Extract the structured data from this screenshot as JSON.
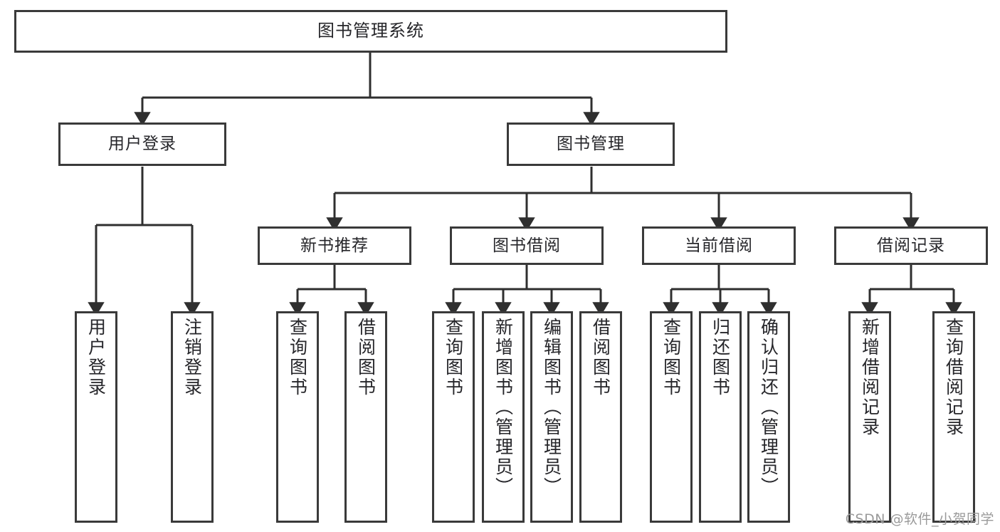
{
  "diagram": {
    "type": "tree-hierarchy",
    "title": "图书管理系统",
    "root": {
      "label": "图书管理系统"
    },
    "level2": [
      {
        "label": "用户登录"
      },
      {
        "label": "图书管理"
      }
    ],
    "level3": [
      {
        "label": "新书推荐"
      },
      {
        "label": "图书借阅"
      },
      {
        "label": "当前借阅"
      },
      {
        "label": "借阅记录"
      }
    ],
    "leaves": {
      "user_login": [
        {
          "label": "用户登录"
        },
        {
          "label": "注销登录"
        }
      ],
      "new_book_recommend": [
        {
          "label": "查询图书"
        },
        {
          "label": "借阅图书"
        }
      ],
      "book_borrow": [
        {
          "label": "查询图书"
        },
        {
          "label": "新增图书（管理员）"
        },
        {
          "label": "编辑图书（管理员）"
        },
        {
          "label": "借阅图书"
        }
      ],
      "current_borrow": [
        {
          "label": "查询图书"
        },
        {
          "label": "归还图书"
        },
        {
          "label": "确认归还（管理员）"
        }
      ],
      "borrow_records": [
        {
          "label": "新增借阅记录"
        },
        {
          "label": "查询借阅记录"
        }
      ]
    }
  },
  "watermark": {
    "text": "CSDN @软件_小贺同学"
  },
  "colors": {
    "background": "#ffffff",
    "node_border": "#3a3a3a",
    "node_fill": "#ffffff",
    "text": "#26262a",
    "connector": "#2f2f2f",
    "watermark": "#9a9a9a"
  }
}
